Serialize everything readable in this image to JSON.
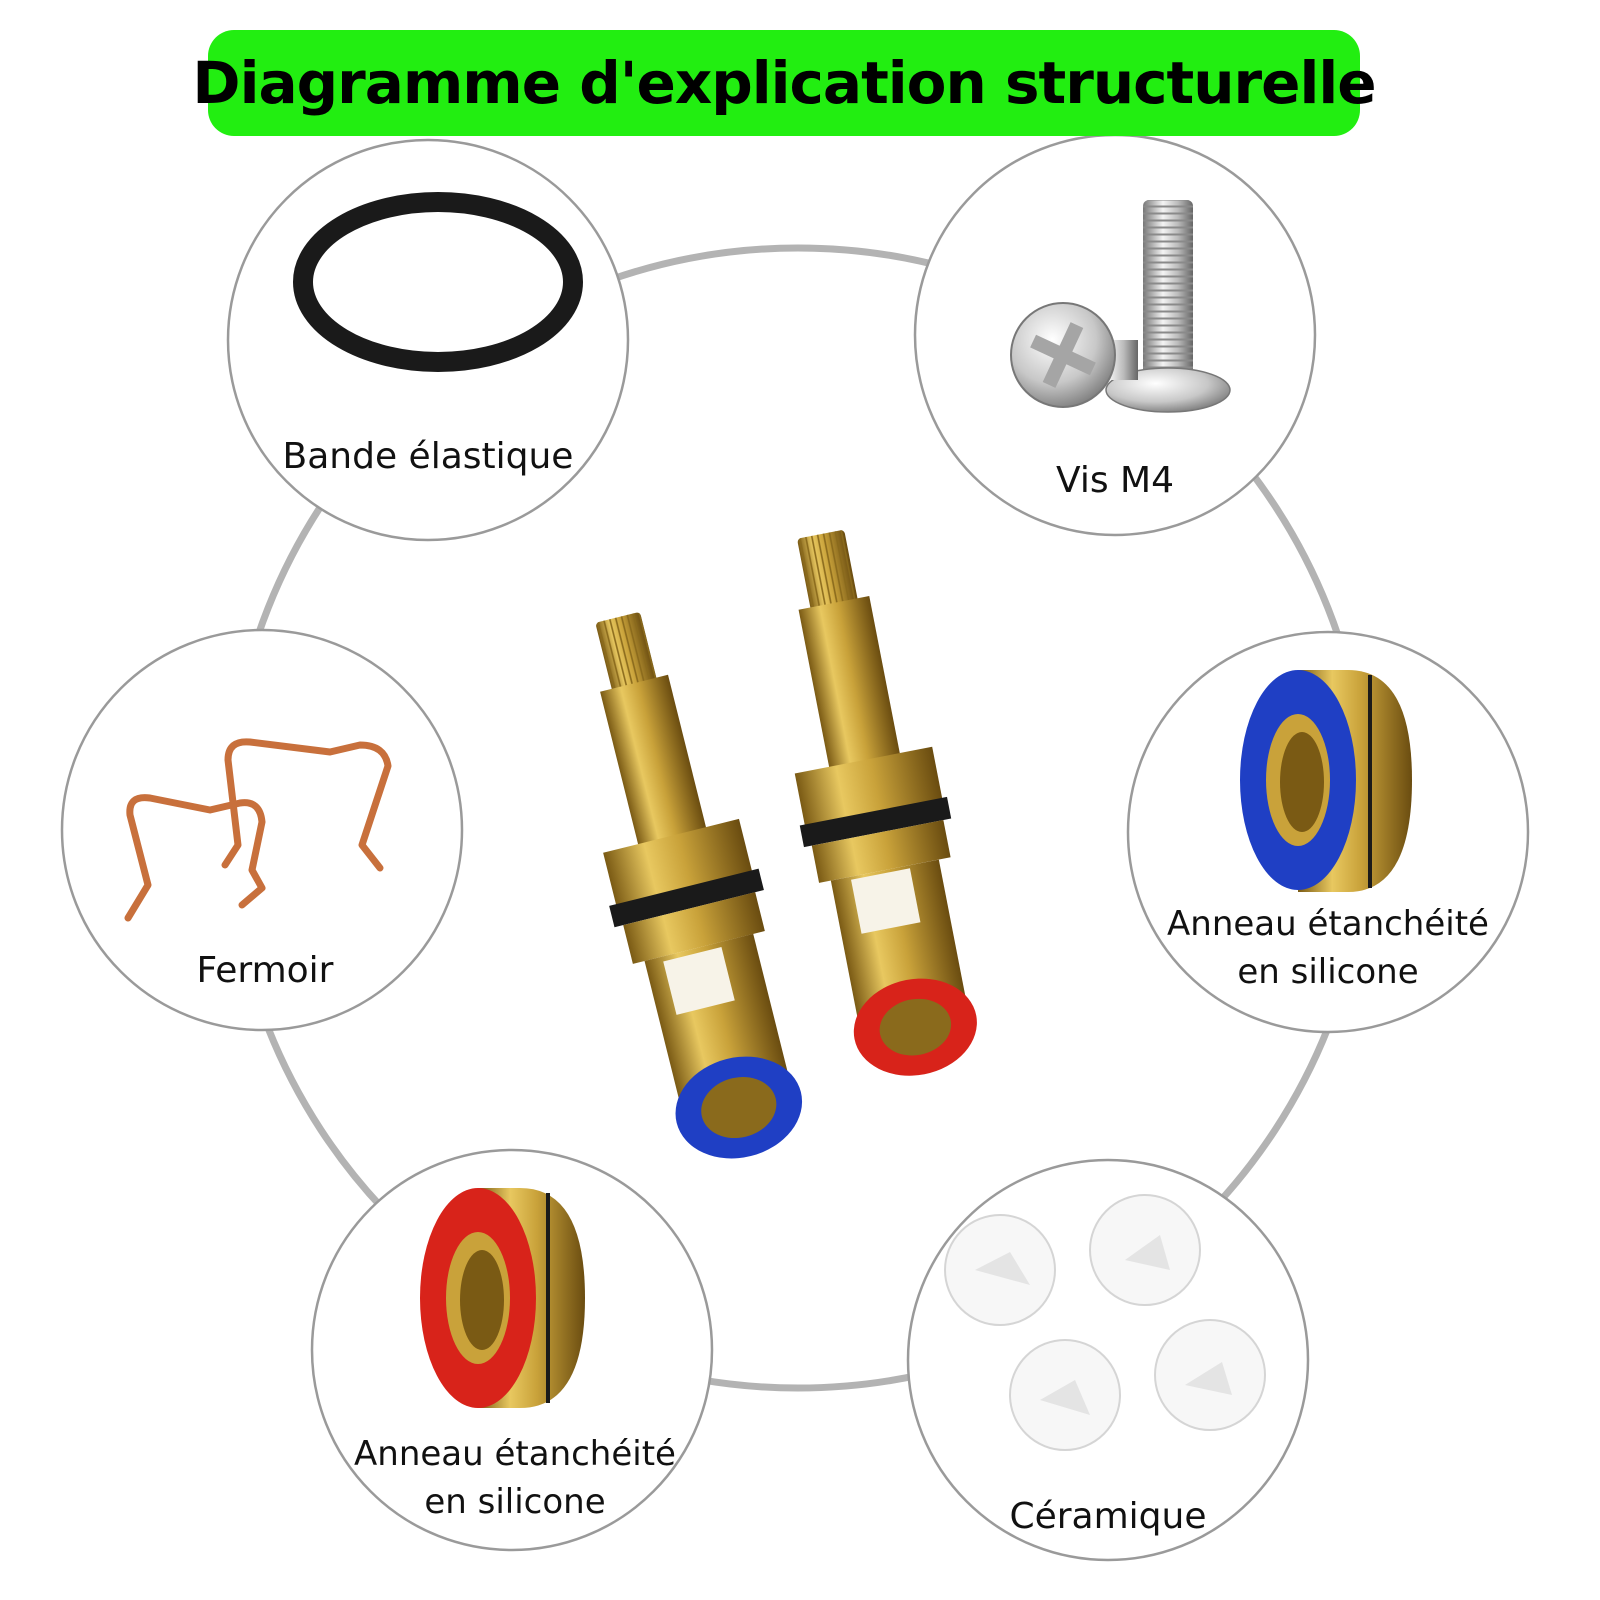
{
  "title": "Diagramme d'explication structurelle",
  "components": [
    {
      "label_lines": [
        "Bande élastique"
      ],
      "icon": "o-ring-icon"
    },
    {
      "label_lines": [
        "Vis M4"
      ],
      "icon": "screw-icon"
    },
    {
      "label_lines": [
        "Fermoir"
      ],
      "icon": "clip-icon"
    },
    {
      "label_lines": [
        "Anneau étanchéité",
        "en silicone"
      ],
      "icon": "blue-seal-ring-icon"
    },
    {
      "label_lines": [
        "Anneau étanchéité",
        "en silicone"
      ],
      "icon": "red-seal-ring-icon"
    },
    {
      "label_lines": [
        "Céramique"
      ],
      "icon": "ceramic-disc-icon"
    }
  ],
  "center_item": {
    "icon": "valve-cartridge-pair-icon"
  },
  "colors": {
    "banner": "#22ee11",
    "brass": "#c9a23a",
    "seal_blue": "#1f3fc4",
    "seal_red": "#d8231a",
    "ring_black": "#1a1a1a",
    "copper": "#c8703c",
    "outline": "#9a9a9a"
  }
}
